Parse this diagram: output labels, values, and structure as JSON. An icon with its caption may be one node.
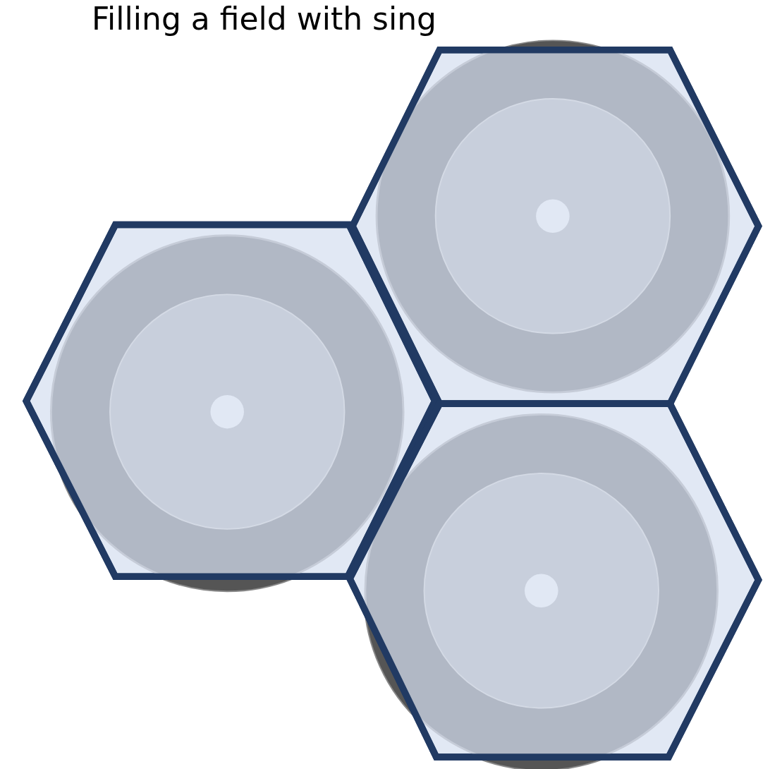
{
  "diagram": {
    "title": "Filling a field with sing",
    "nodes": [
      {
        "text": [],
        "shape": "hexagon"
      },
      {
        "text": [],
        "shape": "hexagon"
      },
      {
        "text": [],
        "shape": "hexagon"
      }
    ]
  }
}
